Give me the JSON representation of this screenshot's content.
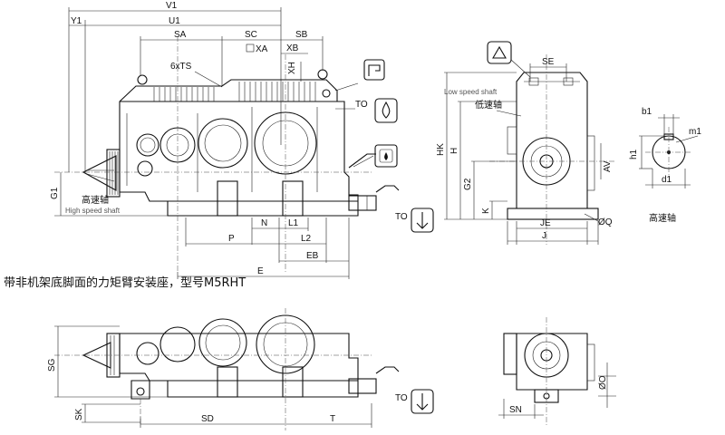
{
  "dimensions": {
    "V1": "V1",
    "Y1": "Y1",
    "U1": "U1",
    "SA": "SA",
    "SC": "SC",
    "SB": "SB",
    "XA": "XA",
    "XB": "XB",
    "TS": "6xTS",
    "XH": "XH",
    "TO": "TO",
    "HK": "HK",
    "H": "H",
    "G2": "G2",
    "G1": "G1",
    "K": "K",
    "N": "N",
    "L1": "L1",
    "P": "P",
    "L2": "L2",
    "EB": "EB",
    "E": "E",
    "SE": "SE",
    "AV": "AV",
    "JE": "JE",
    "J": "J",
    "Q": "ØQ",
    "b1": "b1",
    "m1": "m1",
    "h1": "h1",
    "d1": "d1",
    "SG": "SG",
    "SK": "SK",
    "SD": "SD",
    "T": "T",
    "SN": "SN",
    "O": "ØO"
  },
  "labels": {
    "low_speed_shaft_en": "Low speed shaft",
    "low_speed_shaft_cn": "低速轴",
    "high_speed_shaft_cn": "高速轴",
    "high_speed_shaft_en": "High speed shaft",
    "high_speed_shaft_detail_cn": "高速轴",
    "caption": "带非机架底脚面的力矩臂安装座，型号M5RHT"
  },
  "icons": [
    "mounting-position-icon",
    "oil-drain-icon",
    "oil-level-icon",
    "breather-icon"
  ]
}
